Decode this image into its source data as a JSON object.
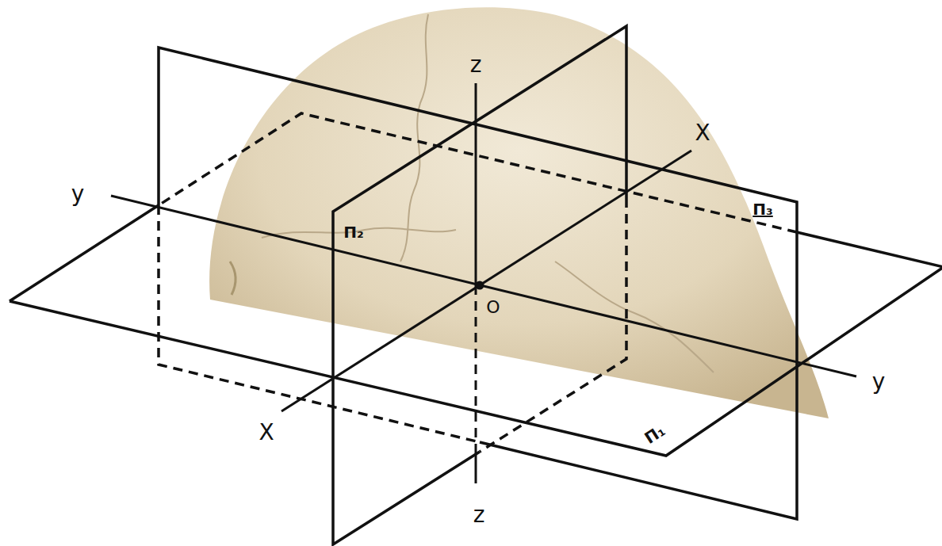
{
  "diagram": {
    "labels": [
      "z",
      "X",
      "y",
      "П₂",
      "П₃",
      "O",
      "y",
      "X",
      "П₁",
      "z"
    ]
  }
}
